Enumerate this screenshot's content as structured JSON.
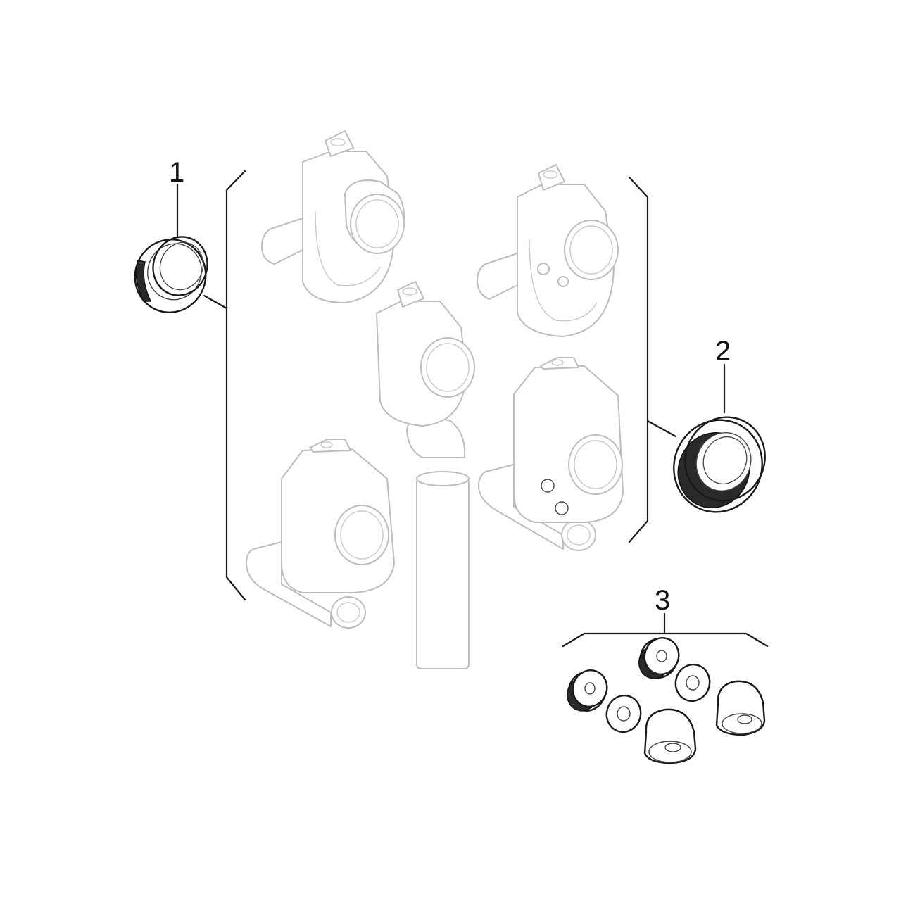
{
  "callouts": [
    {
      "label": "1"
    },
    {
      "label": "2"
    },
    {
      "label": "3"
    }
  ],
  "colors": {
    "line": "#1a1a1a",
    "ghost_line": "#bdbdbd",
    "background": "#ffffff"
  }
}
